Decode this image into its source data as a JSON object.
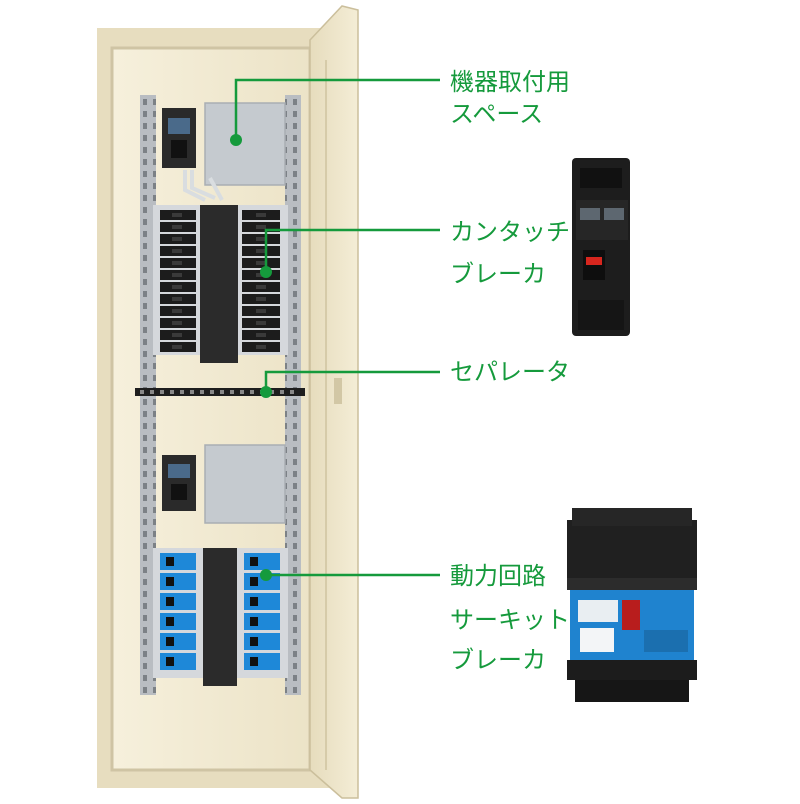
{
  "callouts": [
    {
      "id": "equipment-space",
      "lines": [
        "機器取付用",
        "スペース"
      ]
    },
    {
      "id": "kantacchi-breaker",
      "lines": [
        "カンタッチ",
        "ブレーカ"
      ]
    },
    {
      "id": "separator",
      "lines": [
        "セパレータ"
      ]
    },
    {
      "id": "power-circuit",
      "lines": [
        "動力回路"
      ]
    },
    {
      "id": "circuit-breaker",
      "lines": [
        "サーキット",
        "ブレーカ"
      ]
    }
  ],
  "colors": {
    "callout_green": "#159a3c",
    "cabinet_cream": "#efe6cc",
    "breaker_black": "#1c1c1c",
    "breaker_blue": "#1e88d8",
    "plate_gray": "#c9cdd2"
  },
  "icons": [
    "single-pole-breaker-icon",
    "three-pole-circuit-breaker-icon"
  ]
}
